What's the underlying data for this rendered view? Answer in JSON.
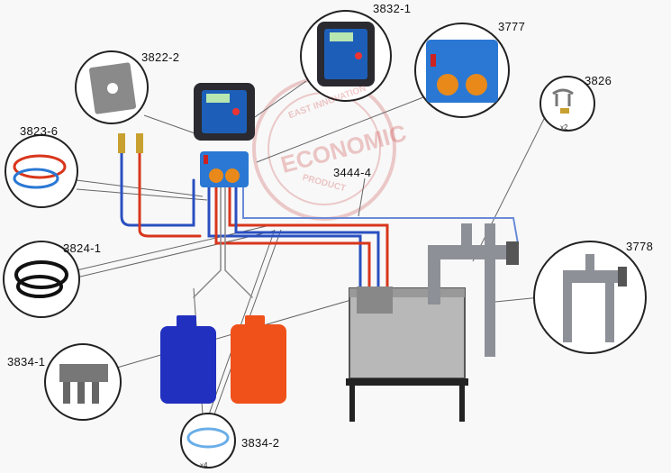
{
  "parts": [
    {
      "code": "3832-1"
    },
    {
      "code": "3777"
    },
    {
      "code": "3822-2"
    },
    {
      "code": "3826",
      "qty": "x2"
    },
    {
      "code": "3823-6"
    },
    {
      "code": "3444-4"
    },
    {
      "code": "3824-1"
    },
    {
      "code": "3778"
    },
    {
      "code": "3834-1"
    },
    {
      "code": "3834-2",
      "qty": "x4"
    }
  ],
  "stamp": {
    "line1": "EAST INNOVATION",
    "line2": "ECONOMIC",
    "line3": "PRODUCT"
  },
  "colors": {
    "blue_hose": "#2a4fc0",
    "red_hose": "#d8361c",
    "pump_blue": "#2a78d4",
    "stamp": "#c83c3c"
  }
}
